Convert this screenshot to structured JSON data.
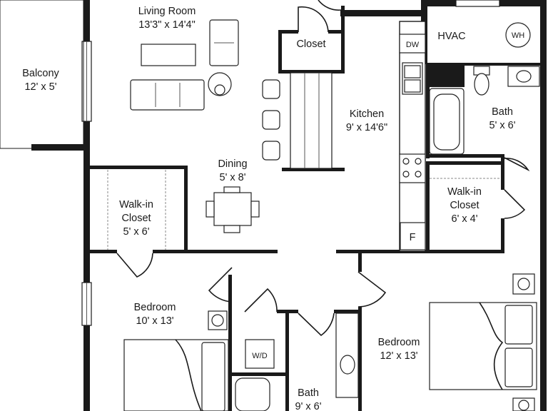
{
  "rooms": {
    "living_room": {
      "name": "Living Room",
      "dims": "13'3\" x 14'4\""
    },
    "balcony": {
      "name": "Balcony",
      "dims": "12' x 5'"
    },
    "closet": {
      "name": "Closet"
    },
    "kitchen": {
      "name": "Kitchen",
      "dims": "9' x 14'6\""
    },
    "hvac": {
      "name": "HVAC",
      "wh": "WH"
    },
    "bath_small": {
      "name": "Bath",
      "dims": "5' x 6'"
    },
    "dining": {
      "name": "Dining",
      "dims": "5' x 8'"
    },
    "walkin_left": {
      "line1": "Walk-in",
      "line2": "Closet",
      "dims": "5' x 6'"
    },
    "walkin_right": {
      "line1": "Walk-in",
      "line2": "Closet",
      "dims": "6' x 4'"
    },
    "bedroom_left": {
      "name": "Bedroom",
      "dims": "10' x 13'"
    },
    "bedroom_right": {
      "name": "Bedroom",
      "dims": "12' x 13'"
    },
    "bath_main": {
      "name": "Bath",
      "dims": "9' x 6'"
    },
    "laundry": {
      "label": "W/D"
    }
  },
  "appliances": {
    "dishwasher": "DW",
    "fridge": "F"
  }
}
